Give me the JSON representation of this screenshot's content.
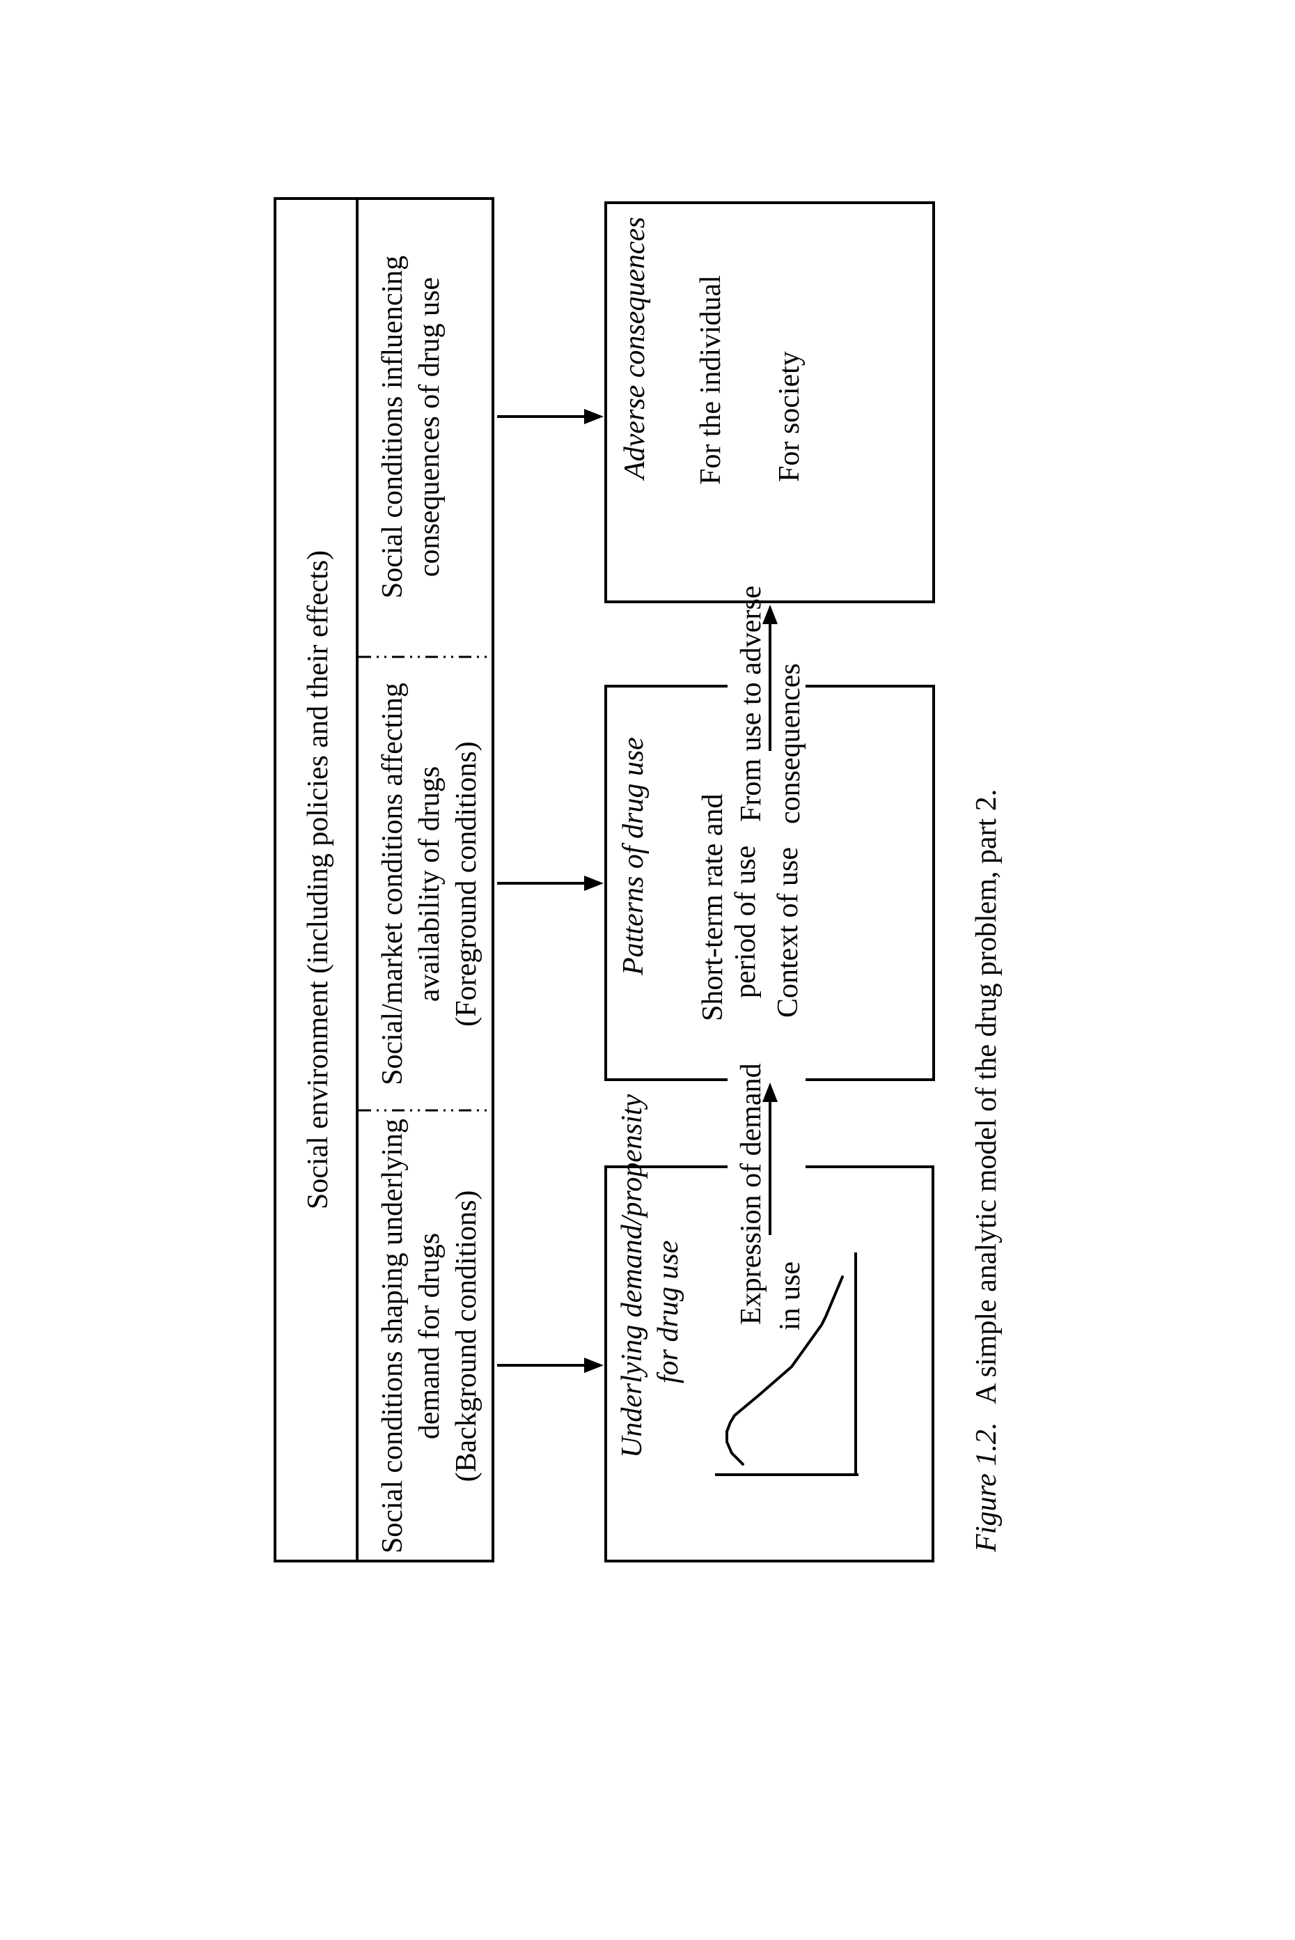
{
  "figure": {
    "environment": {
      "title": "Social environment (including policies and their effects)",
      "cells": [
        {
          "lines": [
            "Social conditions shaping underlying",
            "demand for drugs",
            "(Background conditions)"
          ]
        },
        {
          "lines": [
            "Social/market conditions affecting",
            "availability of drugs",
            "(Foreground conditions)"
          ]
        },
        {
          "lines": [
            "Social conditions influencing",
            "consequences of drug use"
          ]
        }
      ]
    },
    "boxes": {
      "underlying": {
        "title_lines": [
          "Underlying demand/propensity",
          "for drug use"
        ]
      },
      "patterns": {
        "title_lines": [
          "Patterns of drug use"
        ],
        "content_lines": [
          "Short-term rate and",
          "period of use",
          "Context of use"
        ]
      },
      "adverse": {
        "title_lines": [
          "Adverse consequences"
        ],
        "content_lines": [
          "For the individual",
          "For society"
        ]
      }
    },
    "flow_labels": {
      "demand_to_use": {
        "lines": [
          "Expression of demand",
          "in use"
        ]
      },
      "use_to_consequences": {
        "lines": [
          "From use to adverse",
          "consequences"
        ]
      }
    },
    "caption": {
      "label": "Figure 1.2.",
      "text": "A simple analytic model of the drug problem, part 2."
    },
    "mini_chart": {
      "type": "line",
      "title": "",
      "xlabel": "",
      "ylabel": "",
      "axis_ticks": "none (schematic, unlabeled L-shaped axes)",
      "description": "schematic curve inside the Underlying demand box: rises quickly to an early peak then declines gradually toward the x-axis",
      "points": [
        [
          158,
          674
        ],
        [
          174,
          658
        ],
        [
          190,
          651
        ],
        [
          205,
          651
        ],
        [
          218,
          656
        ],
        [
          228,
          662
        ],
        [
          258,
          698
        ],
        [
          298,
          744
        ],
        [
          358,
          787
        ],
        [
          370,
          793
        ],
        [
          427,
          817
        ]
      ]
    },
    "colors": {
      "ink": "#000000",
      "paper": "#ffffff"
    }
  }
}
